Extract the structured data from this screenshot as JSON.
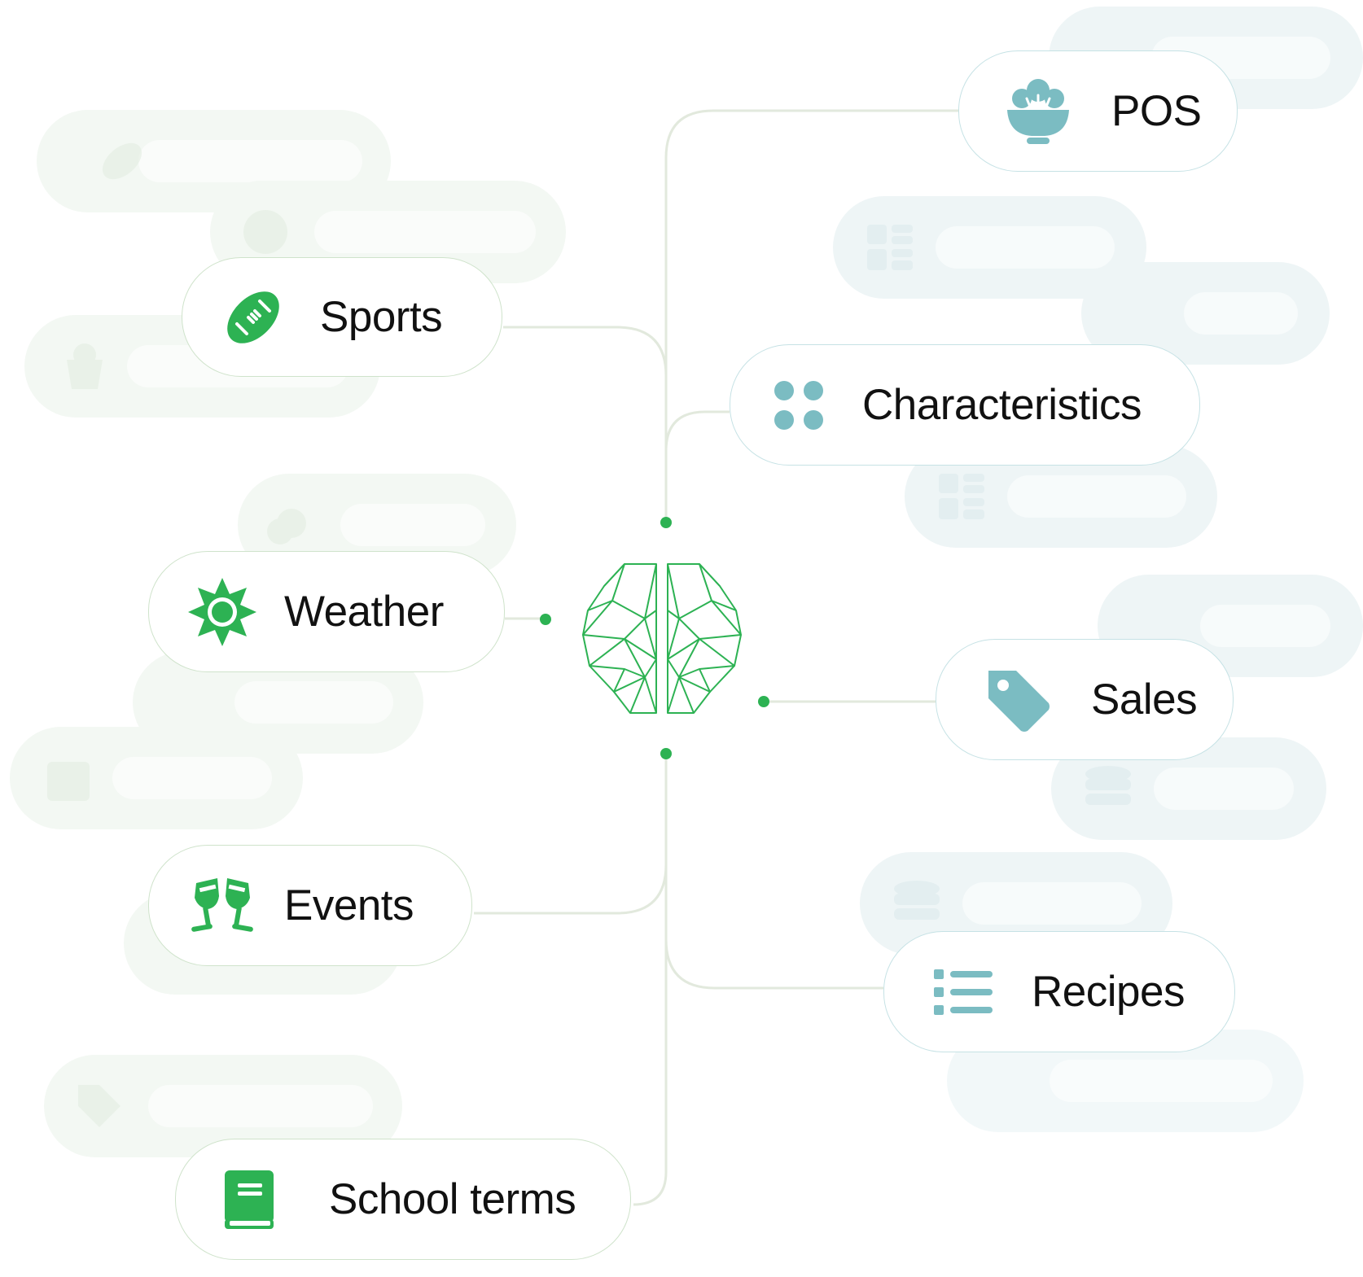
{
  "colors": {
    "green": "#2db253",
    "teal": "#7bbcc2",
    "line": "#e2e9dd",
    "text": "#111111"
  },
  "center": {
    "icon": "brain-network-icon"
  },
  "left_nodes": [
    {
      "label": "Sports",
      "icon": "football-icon"
    },
    {
      "label": "Weather",
      "icon": "sun-icon"
    },
    {
      "label": "Events",
      "icon": "toast-glasses-icon"
    },
    {
      "label": "School terms",
      "icon": "book-icon"
    }
  ],
  "right_nodes": [
    {
      "label": "POS",
      "icon": "salad-bowl-icon"
    },
    {
      "label": "Characteristics",
      "icon": "four-dots-icon"
    },
    {
      "label": "Sales",
      "icon": "price-tag-icon"
    },
    {
      "label": "Recipes",
      "icon": "list-icon"
    }
  ]
}
